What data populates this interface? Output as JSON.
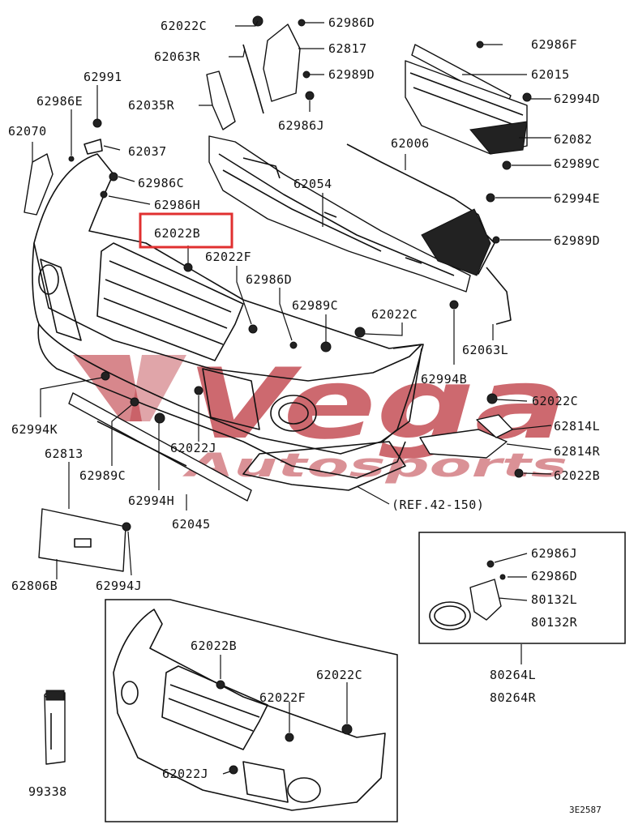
{
  "labels": {
    "p62022C_top": "62022C",
    "p62986D_top": "62986D",
    "p62063R": "62063R",
    "p62817": "62817",
    "p62989D_top": "62989D",
    "p62986F": "62986F",
    "p62015": "62015",
    "p62991": "62991",
    "p62986E": "62986E",
    "p62035R": "62035R",
    "p62994D": "62994D",
    "p62986J_top": "62986J",
    "p62082": "62082",
    "p62070": "62070",
    "p62037": "62037",
    "p62006": "62006",
    "p62989C_right": "62989C",
    "p62986C": "62986C",
    "p62054": "62054",
    "p62994E": "62994E",
    "p62986H": "62986H",
    "p62022B_hl": "62022B",
    "p62989D_right": "62989D",
    "p62022F_top": "62022F",
    "p62986D_mid": "62986D",
    "p62989C_mid": "62989C",
    "p62022C_mid": "62022C",
    "p62063L": "62063L",
    "p62994B": "62994B",
    "p62022C_right": "62022C",
    "p62994K": "62994K",
    "p62814L": "62814L",
    "p62814R": "62814R",
    "p62022J_mid": "62022J",
    "p62813": "62813",
    "p62022B_right": "62022B",
    "p62989C_low": "62989C",
    "p62994H": "62994H",
    "ref": "(REF.42-150)",
    "p62045": "62045",
    "p62806B": "62806B",
    "p62994J": "62994J",
    "p62986J_box": "62986J",
    "p62986D_box": "62986D",
    "p80132L": "80132L",
    "p80132R": "80132R",
    "p80264L": "80264L",
    "p80264R": "80264R",
    "p62022B_inset": "62022B",
    "p62022C_inset": "62022C",
    "p62022F_inset": "62022F",
    "p62022J_inset": "62022J",
    "p99338": "99338",
    "diagram_code": "3E2587"
  },
  "watermark": {
    "brand": "Vega",
    "sub": "Autosports",
    "color": "#b0141e"
  },
  "highlight": {
    "color": "#e03030"
  }
}
